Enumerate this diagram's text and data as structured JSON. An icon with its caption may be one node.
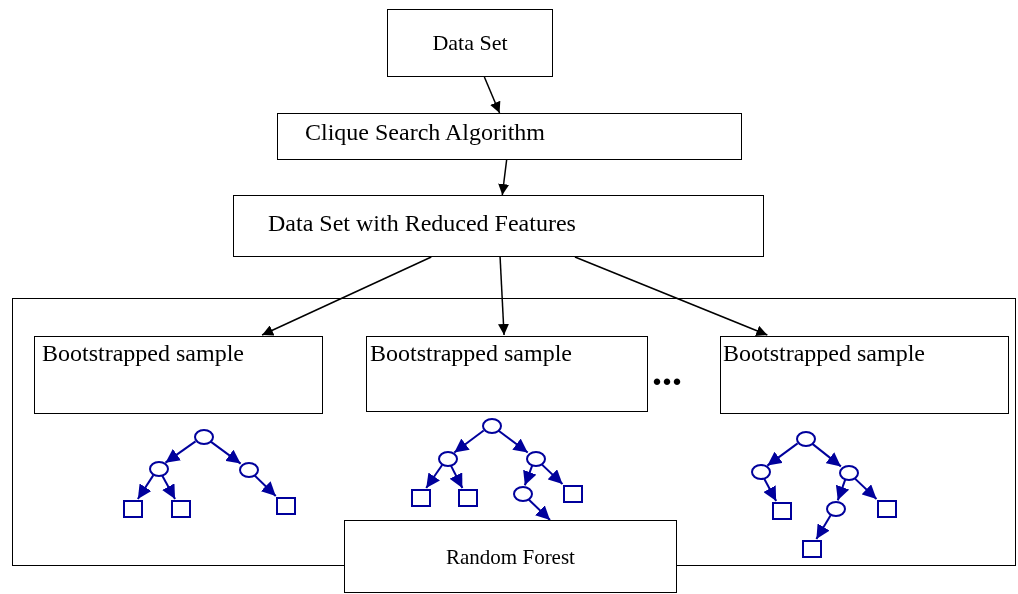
{
  "diagram": {
    "nodes": [
      {
        "text": [
          "Data Set"
        ]
      },
      {
        "text": [
          "Clique Search Algorithm"
        ]
      },
      {
        "text": [
          "Data Set with Reduced Features"
        ]
      },
      {
        "text": [],
        "shape": "box"
      },
      {
        "text": [
          "Bootstrapped sample"
        ],
        "in": 3
      },
      {
        "text": [
          "Bootstrapped sample"
        ],
        "in": 3
      },
      {
        "text": [
          "Bootstrapped sample"
        ],
        "in": 3
      },
      {
        "text": [],
        "shape": "circle",
        "in": 3
      },
      {
        "text": [],
        "shape": "circle",
        "in": 3
      },
      {
        "text": [],
        "shape": "circle",
        "in": 3
      },
      {
        "text": [],
        "shape": "box",
        "in": 3
      },
      {
        "text": [],
        "shape": "box",
        "in": 3
      },
      {
        "text": [],
        "shape": "box",
        "in": 3
      },
      {
        "text": [],
        "shape": "circle",
        "in": 3
      },
      {
        "text": [],
        "shape": "circle",
        "in": 3
      },
      {
        "text": [],
        "shape": "circle",
        "in": 3
      },
      {
        "text": [],
        "shape": "circle",
        "in": 3
      },
      {
        "text": [],
        "shape": "box",
        "in": 3
      },
      {
        "text": [],
        "shape": "box",
        "in": 3
      },
      {
        "text": [],
        "shape": "box",
        "in": 3
      },
      {
        "text": [],
        "shape": "circle",
        "in": 3
      },
      {
        "text": [],
        "shape": "circle",
        "in": 3
      },
      {
        "text": [],
        "shape": "circle",
        "in": 3
      },
      {
        "text": [],
        "shape": "circle",
        "in": 3
      },
      {
        "text": [],
        "shape": "box",
        "in": 3
      },
      {
        "text": [],
        "shape": "box",
        "in": 3
      },
      {
        "text": [],
        "shape": "box",
        "in": 3
      },
      {
        "text": [
          "Random Forest"
        ]
      }
    ],
    "edges": [
      {
        "from": 0,
        "to": 1,
        "arrow": "to",
        "color": "#000000"
      },
      {
        "from": 1,
        "to": 2,
        "arrow": "to",
        "color": "#000000"
      },
      {
        "from": 2,
        "to": 4,
        "arrow": "to",
        "color": "#000000"
      },
      {
        "from": 2,
        "to": 5,
        "arrow": "to",
        "color": "#000000"
      },
      {
        "from": 2,
        "to": 6,
        "arrow": "to",
        "color": "#000000"
      },
      {
        "from": 7,
        "to": 8,
        "arrow": "to"
      },
      {
        "from": 7,
        "to": 9,
        "arrow": "to"
      },
      {
        "from": 8,
        "to": 10,
        "arrow": "to"
      },
      {
        "from": 8,
        "to": 11,
        "arrow": "to"
      },
      {
        "from": 9,
        "to": 12,
        "arrow": "to"
      },
      {
        "from": 13,
        "to": 14,
        "arrow": "to"
      },
      {
        "from": 13,
        "to": 15,
        "arrow": "to"
      },
      {
        "from": 14,
        "to": 17,
        "arrow": "to"
      },
      {
        "from": 14,
        "to": 18,
        "arrow": "to"
      },
      {
        "from": 15,
        "to": 16,
        "arrow": "to"
      },
      {
        "from": 15,
        "to": 19,
        "arrow": "to"
      },
      {
        "from": 16,
        "to": 27,
        "arrow": "to"
      },
      {
        "from": 20,
        "to": 21,
        "arrow": "to"
      },
      {
        "from": 20,
        "to": 22,
        "arrow": "to"
      },
      {
        "from": 21,
        "to": 24,
        "arrow": "to"
      },
      {
        "from": 22,
        "to": 23,
        "arrow": "to"
      },
      {
        "from": 22,
        "to": 25,
        "arrow": "to"
      },
      {
        "from": 23,
        "to": 26,
        "arrow": "to"
      }
    ],
    "labels": [
      "..."
    ]
  }
}
